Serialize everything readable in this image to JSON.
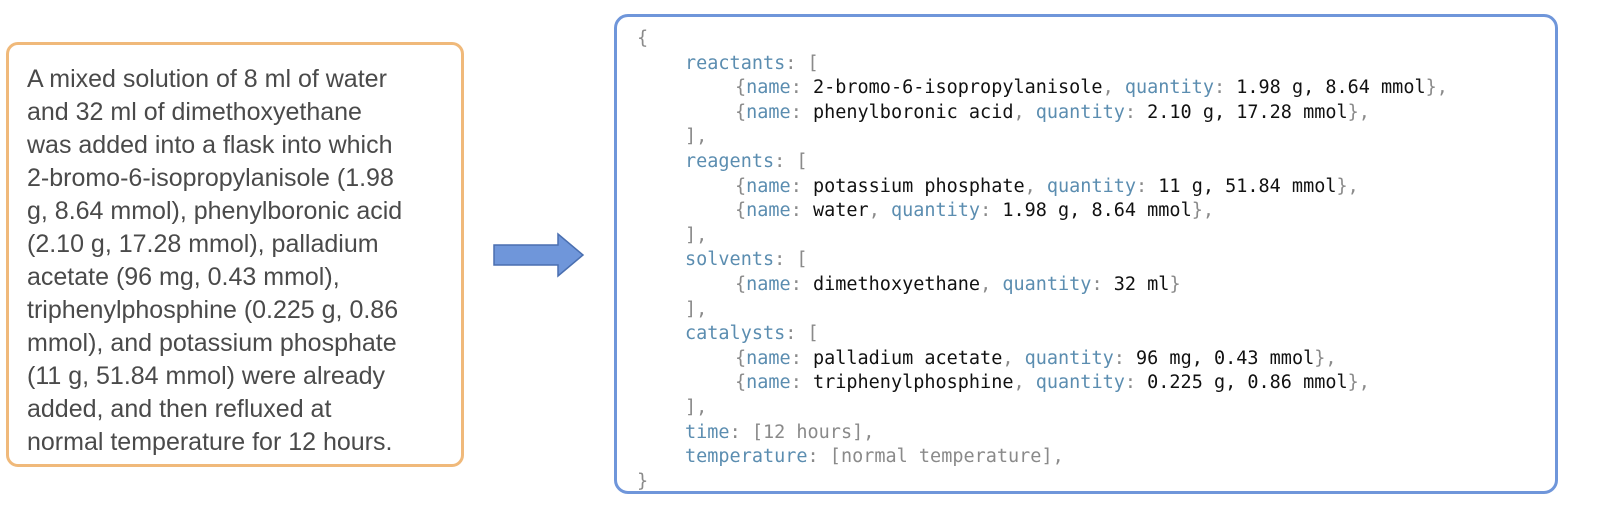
{
  "input_text": {
    "lines": [
      "A mixed solution of 8 ml of water",
      "and 32 ml of dimethoxyethane",
      "was added into a flask into which",
      "2-bromo-6-isopropylanisole (1.98",
      "g, 8.64 mmol), phenylboronic acid",
      "(2.10 g, 17.28 mmol), palladium",
      "acetate (96 mg, 0.43 mmol),",
      "triphenylphosphine (0.225 g, 0.86",
      "mmol), and potassium phosphate",
      "(11 g, 51.84 mmol) were already",
      "added, and then refluxed at",
      "normal temperature for 12 hours."
    ]
  },
  "colors": {
    "text_box_border": "#f0b97a",
    "json_box_border": "#6f96da",
    "arrow_fill": "#6f96da",
    "key": "#5b8db0",
    "punctuation": "#8a8a8a"
  },
  "arrow": {
    "icon": "right-arrow-icon"
  },
  "json": {
    "open_brace": "{",
    "close_brace": "}",
    "name_key": "name",
    "quantity_key": "quantity",
    "sections": [
      {
        "key": "reactants",
        "items": [
          {
            "name": "2-bromo-6-isopropylanisole",
            "quantity": "1.98 g, 8.64 mmol"
          },
          {
            "name": "phenylboronic acid",
            "quantity": "2.10 g, 17.28 mmol"
          }
        ]
      },
      {
        "key": "reagents",
        "items": [
          {
            "name": "potassium phosphate",
            "quantity": "11 g, 51.84 mmol"
          },
          {
            "name": "water",
            "quantity": "1.98 g, 8.64 mmol"
          }
        ]
      },
      {
        "key": "solvents",
        "items": [
          {
            "name": "dimethoxyethane",
            "quantity": "32 ml"
          }
        ]
      },
      {
        "key": "catalysts",
        "items": [
          {
            "name": "palladium acetate",
            "quantity": "96 mg, 0.43 mmol"
          },
          {
            "name": "triphenylphosphine",
            "quantity": "0.225 g, 0.86 mmol"
          }
        ]
      }
    ],
    "time": {
      "key": "time",
      "value": "12 hours"
    },
    "temperature": {
      "key": "temperature",
      "value": "normal temperature"
    }
  }
}
